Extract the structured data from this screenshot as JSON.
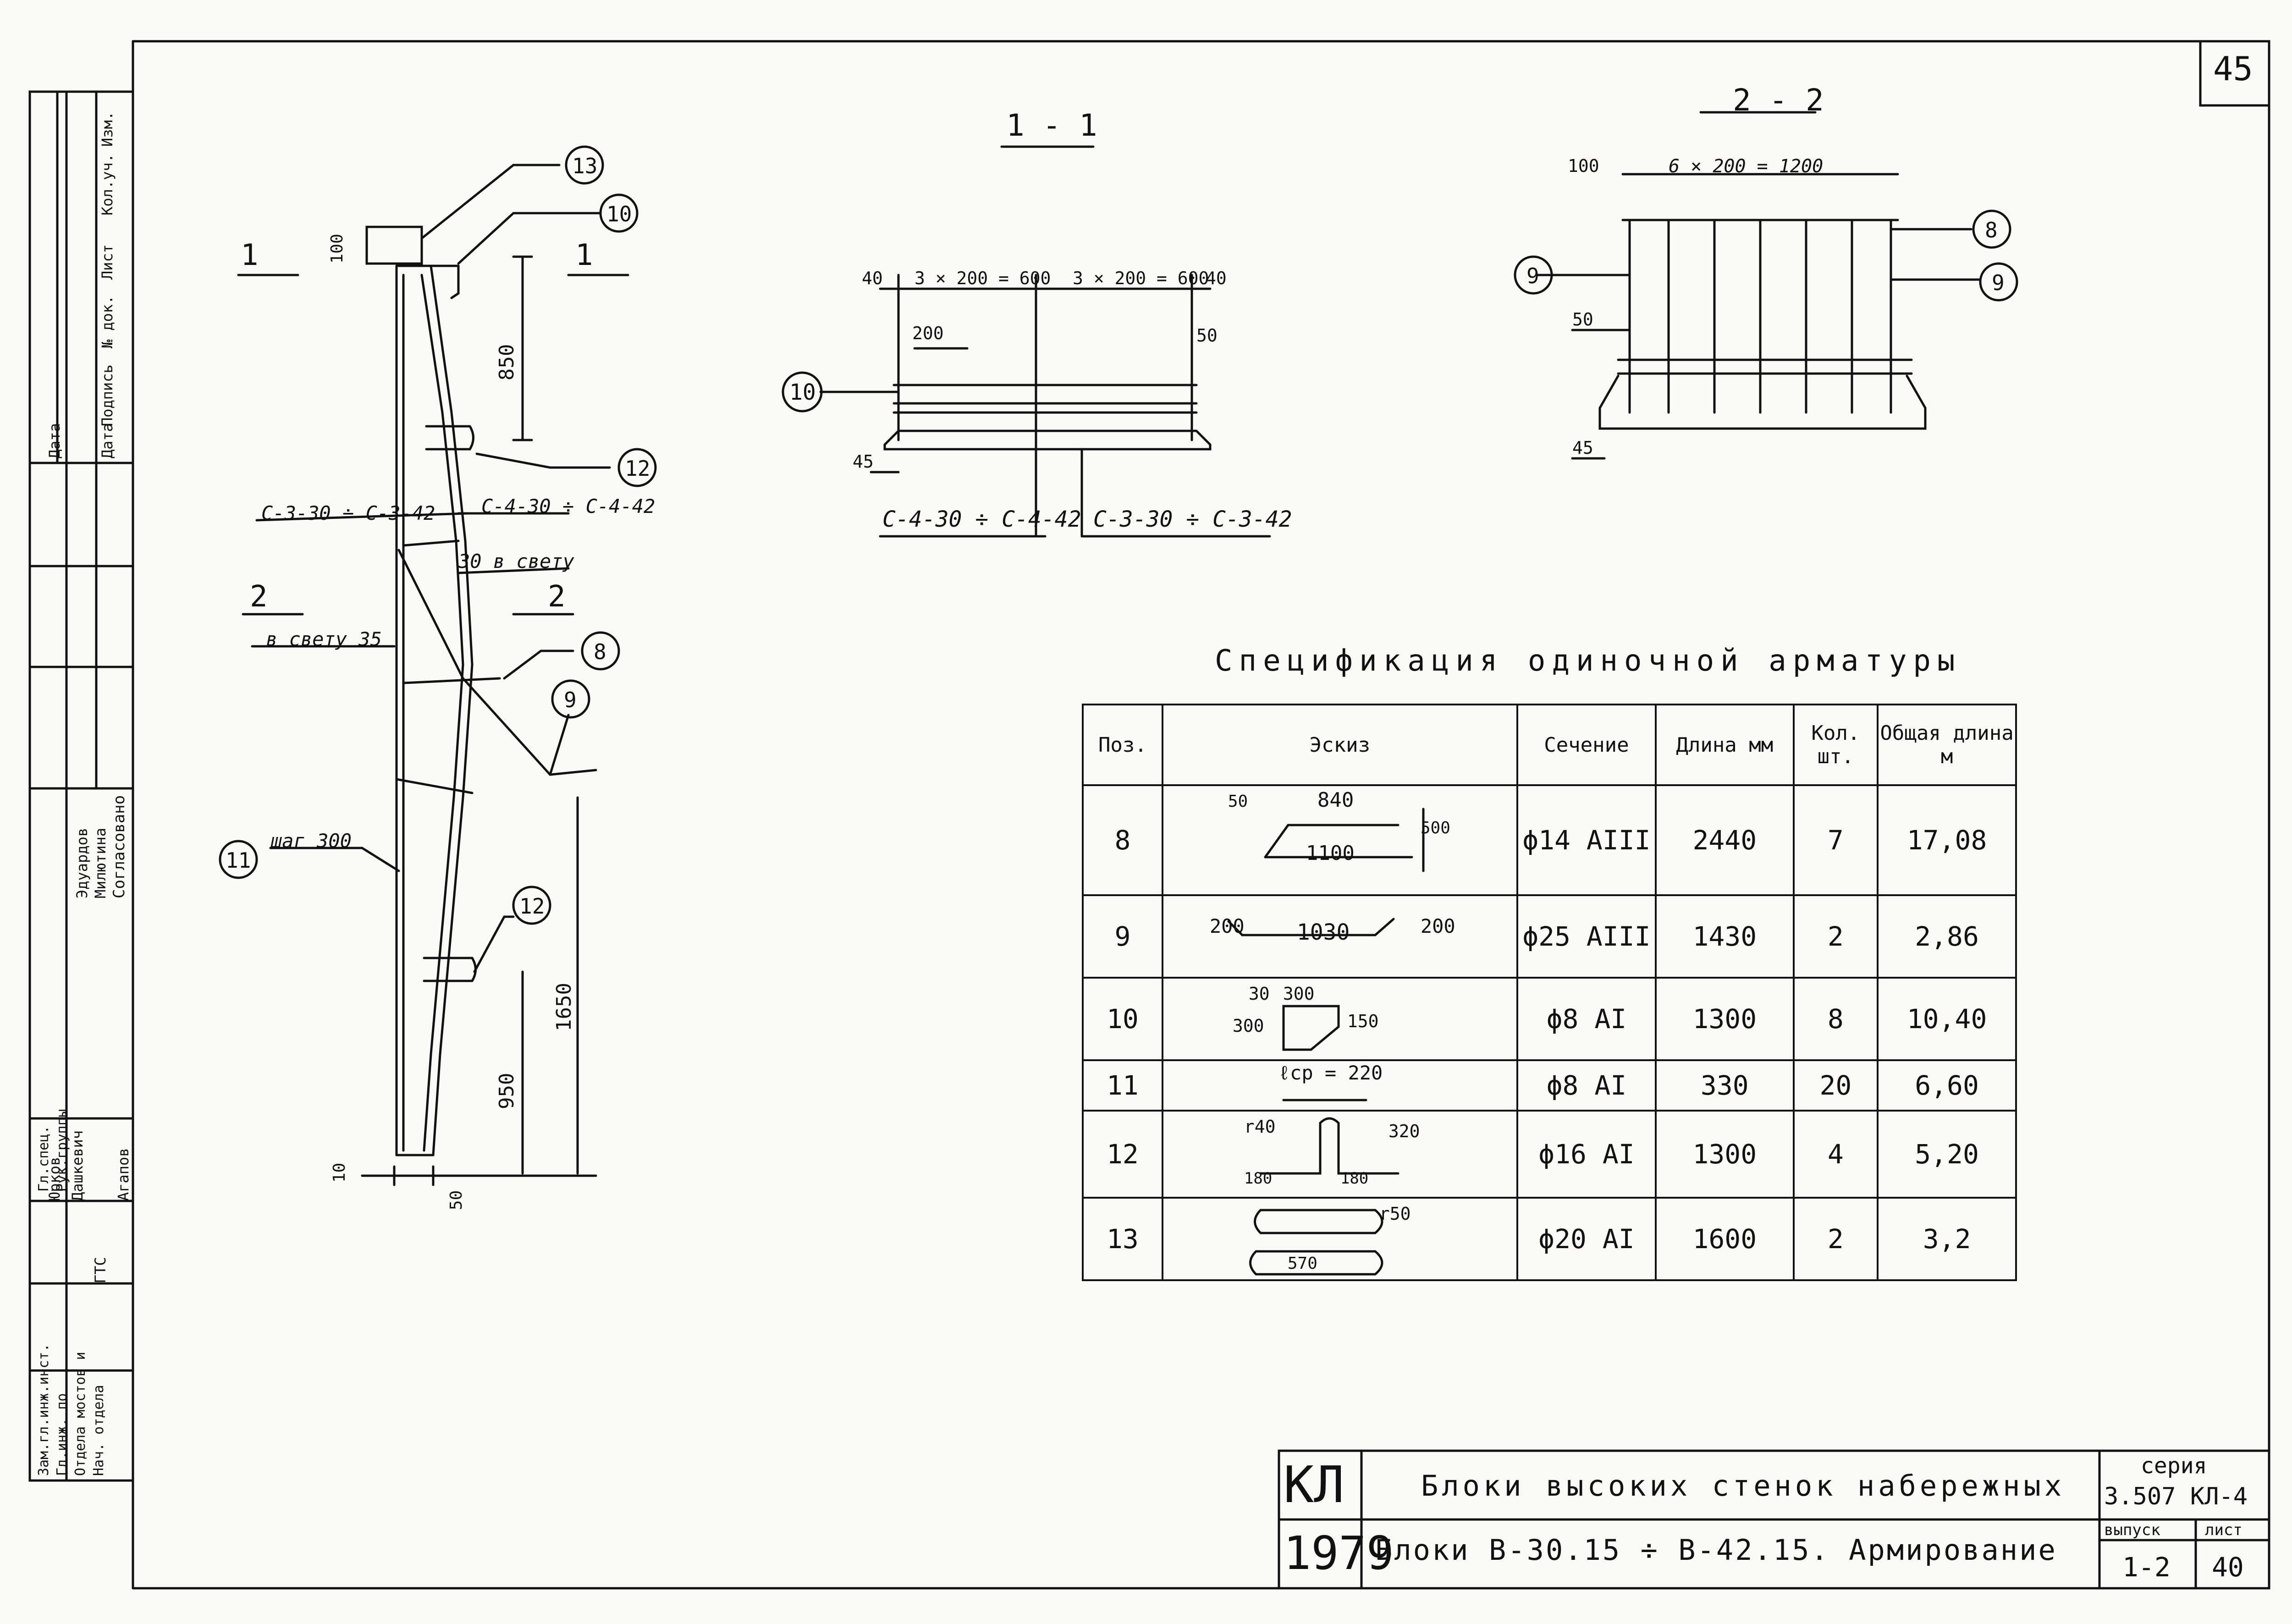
{
  "sheet_number": "45",
  "sections": {
    "s11": {
      "label": "1 - 1",
      "dims": [
        "40",
        "3 × 200 = 600",
        "3 × 200 = 600",
        "40",
        "200",
        "50",
        "45"
      ],
      "callout_10": "10",
      "leaders": [
        "С-4-30 ÷ С-4-42",
        "С-3-30 ÷ С-3-42"
      ]
    },
    "s22": {
      "label": "2 - 2",
      "dims": [
        "100",
        "6 × 200 = 1200",
        "50",
        "45"
      ],
      "callout_8": "8",
      "callout_9a": "9",
      "callout_9b": "9"
    }
  },
  "elevation": {
    "callouts": [
      "13",
      "10",
      "12",
      "8",
      "9",
      "11",
      "12"
    ],
    "dims": [
      "100",
      "850",
      "1650",
      "950",
      "10",
      "50"
    ],
    "cut_marks": [
      "1",
      "1",
      "2",
      "2"
    ],
    "labels": {
      "left_mesh": "С-3-30 ÷ С-3-42",
      "right_mesh": "С-4-30 ÷ С-4-42",
      "clear_30": "30 в свету",
      "clear_35": "в свету 35",
      "step": "шаг 300"
    }
  },
  "spec": {
    "title": "Спецификация одиночной арматуры",
    "headers": [
      "Поз.",
      "Эскиз",
      "Сечение",
      "Длина мм",
      "Кол. шт.",
      "Общая длина м"
    ],
    "rows": [
      {
        "pos": "8",
        "section": "ϕ14 АIII",
        "length": "2440",
        "qty": "7",
        "total": "17,08",
        "sketch": [
          "50",
          "840",
          "1100",
          "500"
        ]
      },
      {
        "pos": "9",
        "section": "ϕ25 АIII",
        "length": "1430",
        "qty": "2",
        "total": "2,86",
        "sketch": [
          "200",
          "1030",
          "200"
        ]
      },
      {
        "pos": "10",
        "section": "ϕ8 АI",
        "length": "1300",
        "qty": "8",
        "total": "10,40",
        "sketch": [
          "30",
          "300",
          "300",
          "150"
        ]
      },
      {
        "pos": "11",
        "section": "ϕ8 АI",
        "length": "330",
        "qty": "20",
        "total": "6,60",
        "sketch": [
          "ℓср = 220"
        ]
      },
      {
        "pos": "12",
        "section": "ϕ16 АI",
        "length": "1300",
        "qty": "4",
        "total": "5,20",
        "sketch": [
          "r40",
          "320",
          "180",
          "180"
        ]
      },
      {
        "pos": "13",
        "section": "ϕ20 АI",
        "length": "1600",
        "qty": "2",
        "total": "3,2",
        "sketch": [
          "r50",
          "570"
        ]
      }
    ]
  },
  "title_block": {
    "org": "КЛ",
    "year": "1979",
    "title1": "Блоки высоких стенок набережных",
    "title2": "Блоки В-30.15 ÷ В-42.15.  Армирование",
    "series_label": "серия",
    "series": "3.507 КЛ-4",
    "issue_label": "выпуск",
    "issue": "1-2",
    "sheet_label": "лист",
    "sheet": "40"
  },
  "side_stamp": {
    "top_cols": [
      "Изм.",
      "Кол.уч.",
      "Лист",
      "№ док.",
      "Подпись",
      "Дата"
    ],
    "top_left": "Дата",
    "agreed": "Согласовано",
    "roles": [
      "Зам.гл.инж.инст.",
      "Гл.инж. по",
      "Отдела мостов и",
      "Нач. отдела",
      "Гл.спец.",
      "Рук.группы"
    ],
    "names": [
      "Юрков",
      "Дашкевич",
      "ГТС",
      "Агапов",
      "Эдуардов",
      "Милютина"
    ]
  }
}
